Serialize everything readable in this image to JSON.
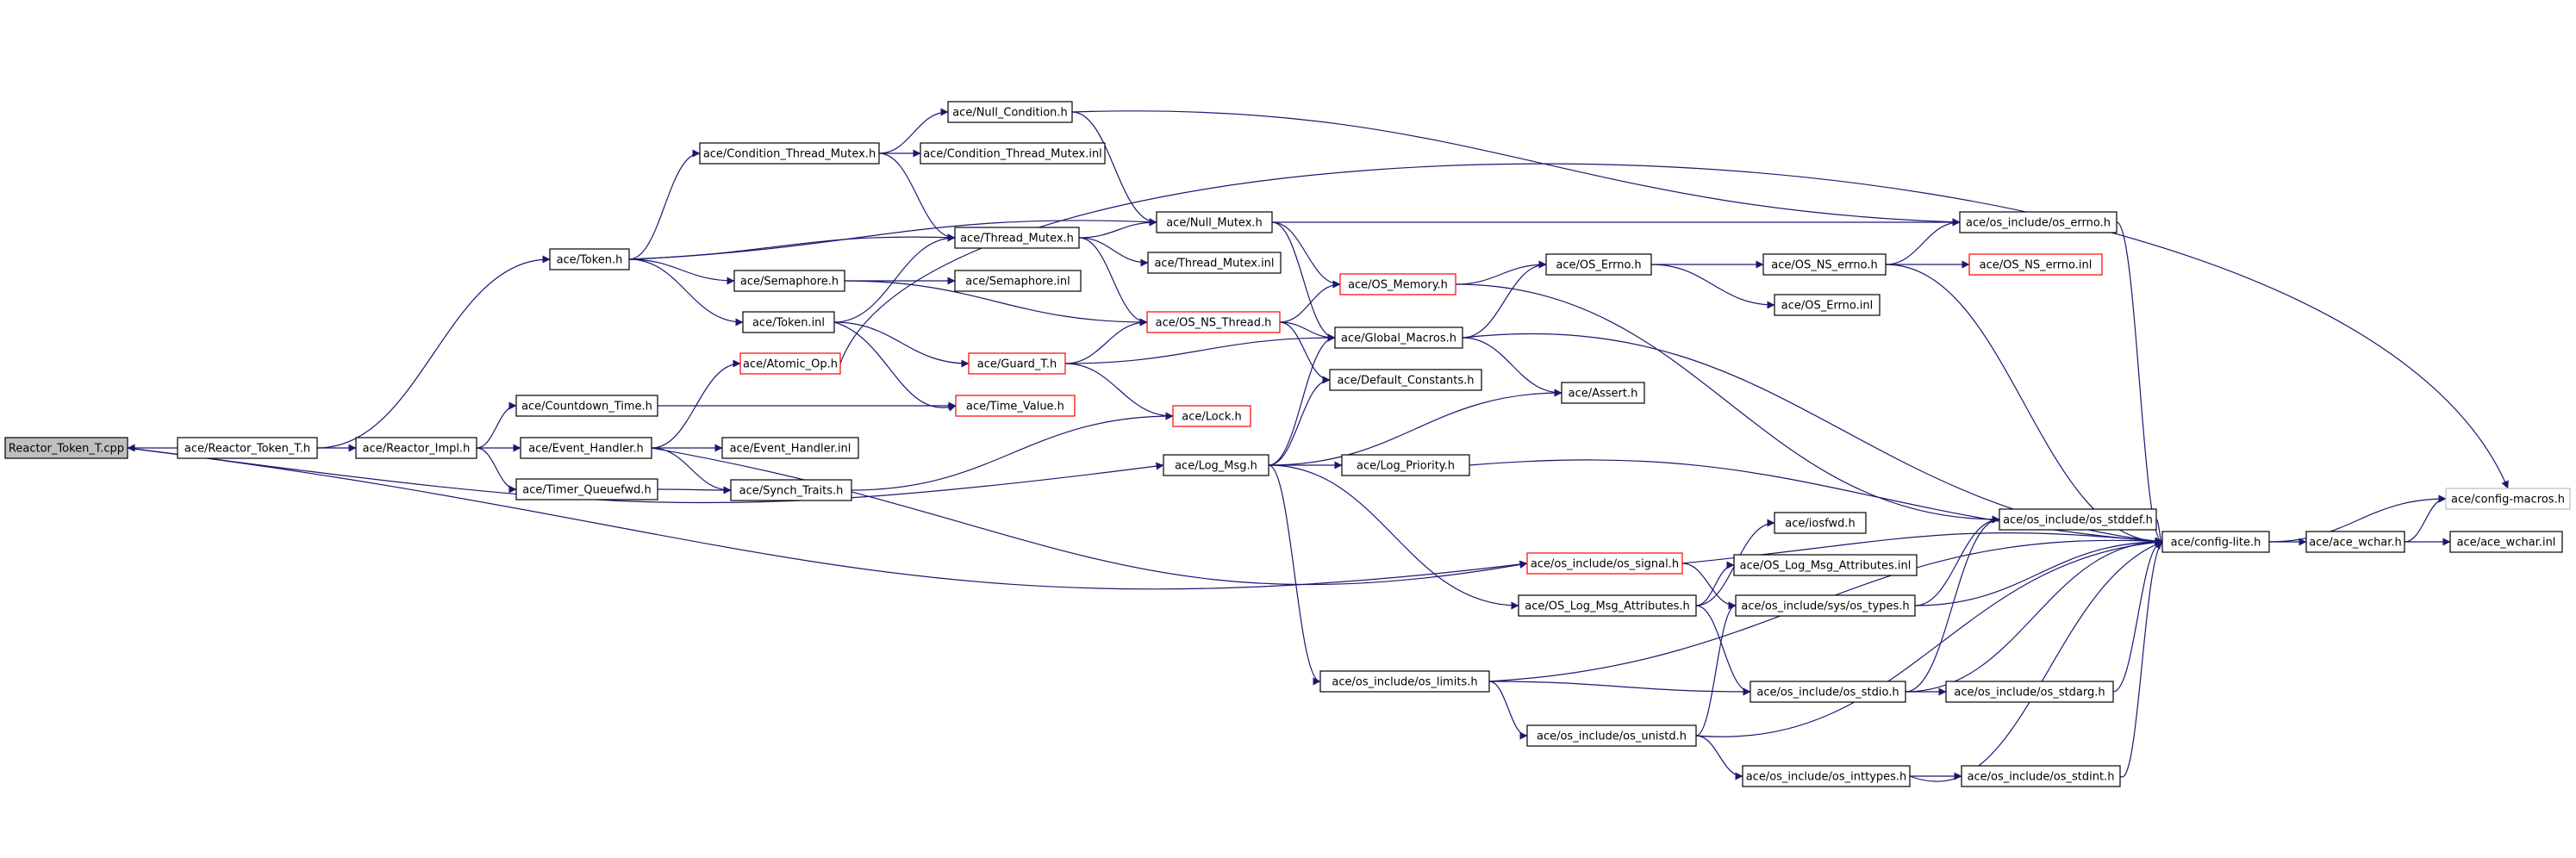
{
  "colors": {
    "edge": "#191970",
    "node_border": "#000000",
    "node_border_truncated": "#ff0000",
    "node_border_leaf": "#bfbfbf",
    "root_fill": "#bfbfbf",
    "node_fill": "#ffffff"
  },
  "graph": {
    "nodes": [
      {
        "id": "root",
        "label": "Reactor_Token_T.cpp",
        "kind": "root"
      },
      {
        "id": "reactor_token_t_h",
        "label": "ace/Reactor_Token_T.h",
        "kind": "normal"
      },
      {
        "id": "reactor_impl",
        "label": "ace/Reactor_Impl.h",
        "kind": "normal"
      },
      {
        "id": "token_h",
        "label": "ace/Token.h",
        "kind": "normal"
      },
      {
        "id": "countdown",
        "label": "ace/Countdown_Time.h",
        "kind": "normal"
      },
      {
        "id": "event_handler",
        "label": "ace/Event_Handler.h",
        "kind": "normal"
      },
      {
        "id": "timer_queuefwd",
        "label": "ace/Timer_Queuefwd.h",
        "kind": "normal"
      },
      {
        "id": "cond_thread_mutex",
        "label": "ace/Condition_Thread_Mutex.h",
        "kind": "normal"
      },
      {
        "id": "semaphore_h",
        "label": "ace/Semaphore.h",
        "kind": "normal"
      },
      {
        "id": "token_inl",
        "label": "ace/Token.inl",
        "kind": "normal"
      },
      {
        "id": "atomic_op",
        "label": "ace/Atomic_Op.h",
        "kind": "truncated"
      },
      {
        "id": "event_handler_inl",
        "label": "ace/Event_Handler.inl",
        "kind": "normal"
      },
      {
        "id": "synch_traits",
        "label": "ace/Synch_Traits.h",
        "kind": "normal"
      },
      {
        "id": "null_condition",
        "label": "ace/Null_Condition.h",
        "kind": "normal"
      },
      {
        "id": "cond_thread_mutex_inl",
        "label": "ace/Condition_Thread_Mutex.inl",
        "kind": "normal"
      },
      {
        "id": "thread_mutex",
        "label": "ace/Thread_Mutex.h",
        "kind": "normal"
      },
      {
        "id": "semaphore_inl",
        "label": "ace/Semaphore.inl",
        "kind": "normal"
      },
      {
        "id": "guard_t",
        "label": "ace/Guard_T.h",
        "kind": "truncated"
      },
      {
        "id": "time_value",
        "label": "ace/Time_Value.h",
        "kind": "truncated"
      },
      {
        "id": "lock_h",
        "label": "ace/Lock.h",
        "kind": "truncated"
      },
      {
        "id": "log_msg",
        "label": "ace/Log_Msg.h",
        "kind": "normal"
      },
      {
        "id": "null_mutex",
        "label": "ace/Null_Mutex.h",
        "kind": "normal"
      },
      {
        "id": "thread_mutex_inl",
        "label": "ace/Thread_Mutex.inl",
        "kind": "normal"
      },
      {
        "id": "os_ns_thread",
        "label": "ace/OS_NS_Thread.h",
        "kind": "truncated"
      },
      {
        "id": "default_constants",
        "label": "ace/Default_Constants.h",
        "kind": "normal"
      },
      {
        "id": "log_priority",
        "label": "ace/Log_Priority.h",
        "kind": "normal"
      },
      {
        "id": "os_memory",
        "label": "ace/OS_Memory.h",
        "kind": "truncated"
      },
      {
        "id": "global_macros",
        "label": "ace/Global_Macros.h",
        "kind": "normal"
      },
      {
        "id": "os_log_msg_attr",
        "label": "ace/OS_Log_Msg_Attributes.h",
        "kind": "normal"
      },
      {
        "id": "os_limits",
        "label": "ace/os_include/os_limits.h",
        "kind": "normal"
      },
      {
        "id": "os_unistd",
        "label": "ace/os_include/os_unistd.h",
        "kind": "normal"
      },
      {
        "id": "os_errno_h",
        "label": "ace/OS_Errno.h",
        "kind": "normal"
      },
      {
        "id": "assert_h",
        "label": "ace/Assert.h",
        "kind": "normal"
      },
      {
        "id": "os_signal",
        "label": "ace/os_include/os_signal.h",
        "kind": "truncated"
      },
      {
        "id": "iosfwd",
        "label": "ace/iosfwd.h",
        "kind": "normal"
      },
      {
        "id": "os_log_msg_attr_inl",
        "label": "ace/OS_Log_Msg_Attributes.inl",
        "kind": "normal"
      },
      {
        "id": "sys_os_types",
        "label": "ace/os_include/sys/os_types.h",
        "kind": "normal"
      },
      {
        "id": "os_stdio",
        "label": "ace/os_include/os_stdio.h",
        "kind": "normal"
      },
      {
        "id": "os_inttypes",
        "label": "ace/os_include/os_inttypes.h",
        "kind": "normal"
      },
      {
        "id": "os_ns_errno_h",
        "label": "ace/OS_NS_errno.h",
        "kind": "normal"
      },
      {
        "id": "os_errno_inl",
        "label": "ace/OS_Errno.inl",
        "kind": "normal"
      },
      {
        "id": "os_include_errno",
        "label": "ace/os_include/os_errno.h",
        "kind": "normal"
      },
      {
        "id": "os_ns_errno_inl",
        "label": "ace/OS_NS_errno.inl",
        "kind": "truncated"
      },
      {
        "id": "os_stddef",
        "label": "ace/os_include/os_stddef.h",
        "kind": "normal"
      },
      {
        "id": "os_stdarg",
        "label": "ace/os_include/os_stdarg.h",
        "kind": "normal"
      },
      {
        "id": "os_stdint",
        "label": "ace/os_include/os_stdint.h",
        "kind": "normal"
      },
      {
        "id": "config_lite",
        "label": "ace/config-lite.h",
        "kind": "normal"
      },
      {
        "id": "ace_wchar_h",
        "label": "ace/ace_wchar.h",
        "kind": "normal"
      },
      {
        "id": "ace_wchar_inl",
        "label": "ace/ace_wchar.inl",
        "kind": "normal"
      },
      {
        "id": "config_macros",
        "label": "ace/config-macros.h",
        "kind": "leaf"
      }
    ],
    "edges": [
      [
        "reactor_token_t_h",
        "root"
      ],
      [
        "root",
        "log_msg"
      ],
      [
        "root",
        "os_signal"
      ],
      [
        "reactor_token_t_h",
        "reactor_impl"
      ],
      [
        "reactor_token_t_h",
        "token_h"
      ],
      [
        "reactor_impl",
        "countdown"
      ],
      [
        "reactor_impl",
        "event_handler"
      ],
      [
        "reactor_impl",
        "timer_queuefwd"
      ],
      [
        "token_h",
        "cond_thread_mutex"
      ],
      [
        "token_h",
        "null_mutex"
      ],
      [
        "token_h",
        "thread_mutex"
      ],
      [
        "token_h",
        "semaphore_h"
      ],
      [
        "token_h",
        "token_inl"
      ],
      [
        "cond_thread_mutex",
        "null_condition"
      ],
      [
        "cond_thread_mutex",
        "cond_thread_mutex_inl"
      ],
      [
        "cond_thread_mutex",
        "thread_mutex"
      ],
      [
        "null_condition",
        "null_mutex"
      ],
      [
        "null_condition",
        "os_include_errno"
      ],
      [
        "semaphore_h",
        "semaphore_inl"
      ],
      [
        "semaphore_h",
        "os_ns_thread"
      ],
      [
        "token_inl",
        "guard_t"
      ],
      [
        "token_inl",
        "time_value"
      ],
      [
        "token_inl",
        "thread_mutex"
      ],
      [
        "countdown",
        "time_value"
      ],
      [
        "event_handler",
        "atomic_op"
      ],
      [
        "event_handler",
        "event_handler_inl"
      ],
      [
        "event_handler",
        "synch_traits"
      ],
      [
        "event_handler",
        "os_signal"
      ],
      [
        "timer_queuefwd",
        "synch_traits"
      ],
      [
        "synch_traits",
        "lock_h"
      ],
      [
        "atomic_op",
        "config_macros"
      ],
      [
        "thread_mutex",
        "null_mutex"
      ],
      [
        "thread_mutex",
        "thread_mutex_inl"
      ],
      [
        "thread_mutex",
        "os_ns_thread"
      ],
      [
        "guard_t",
        "os_ns_thread"
      ],
      [
        "guard_t",
        "lock_h"
      ],
      [
        "guard_t",
        "global_macros"
      ],
      [
        "null_mutex",
        "os_include_errno"
      ],
      [
        "null_mutex",
        "os_memory"
      ],
      [
        "null_mutex",
        "global_macros"
      ],
      [
        "os_ns_thread",
        "os_memory"
      ],
      [
        "os_ns_thread",
        "global_macros"
      ],
      [
        "os_ns_thread",
        "default_constants"
      ],
      [
        "os_memory",
        "os_errno_h"
      ],
      [
        "os_memory",
        "os_stddef"
      ],
      [
        "global_macros",
        "os_errno_h"
      ],
      [
        "global_macros",
        "assert_h"
      ],
      [
        "global_macros",
        "config_lite"
      ],
      [
        "log_msg",
        "global_macros"
      ],
      [
        "log_msg",
        "default_constants"
      ],
      [
        "log_msg",
        "assert_h"
      ],
      [
        "log_msg",
        "log_priority"
      ],
      [
        "log_msg",
        "os_log_msg_attr"
      ],
      [
        "log_msg",
        "os_limits"
      ],
      [
        "log_priority",
        "config_lite"
      ],
      [
        "os_errno_h",
        "os_ns_errno_h"
      ],
      [
        "os_errno_h",
        "os_errno_inl"
      ],
      [
        "os_ns_errno_h",
        "os_include_errno"
      ],
      [
        "os_ns_errno_h",
        "os_ns_errno_inl"
      ],
      [
        "os_ns_errno_h",
        "config_lite"
      ],
      [
        "os_include_errno",
        "config_lite"
      ],
      [
        "os_signal",
        "config_lite"
      ],
      [
        "os_signal",
        "sys_os_types"
      ],
      [
        "os_log_msg_attr",
        "iosfwd"
      ],
      [
        "os_log_msg_attr",
        "os_log_msg_attr_inl"
      ],
      [
        "os_log_msg_attr",
        "os_stdio"
      ],
      [
        "os_limits",
        "config_lite"
      ],
      [
        "os_limits",
        "os_unistd"
      ],
      [
        "os_limits",
        "os_stdio"
      ],
      [
        "os_unistd",
        "config_lite"
      ],
      [
        "os_unistd",
        "sys_os_types"
      ],
      [
        "os_unistd",
        "os_inttypes"
      ],
      [
        "sys_os_types",
        "os_stddef"
      ],
      [
        "sys_os_types",
        "config_lite"
      ],
      [
        "os_stdio",
        "os_stddef"
      ],
      [
        "os_stdio",
        "os_stdarg"
      ],
      [
        "os_stdio",
        "config_lite"
      ],
      [
        "os_stdarg",
        "config_lite"
      ],
      [
        "os_inttypes",
        "os_stdint"
      ],
      [
        "os_inttypes",
        "config_lite"
      ],
      [
        "os_stdint",
        "config_lite"
      ],
      [
        "os_stddef",
        "config_lite"
      ],
      [
        "config_lite",
        "config_macros"
      ],
      [
        "config_lite",
        "ace_wchar_h"
      ],
      [
        "ace_wchar_h",
        "config_macros"
      ],
      [
        "ace_wchar_h",
        "ace_wchar_inl"
      ]
    ]
  }
}
